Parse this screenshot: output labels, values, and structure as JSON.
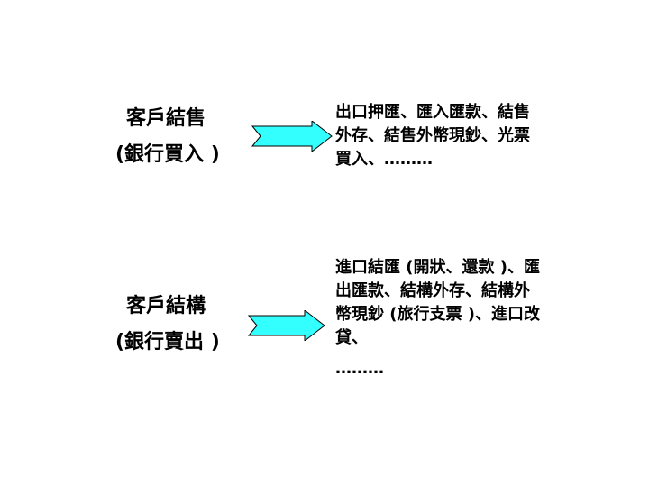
{
  "rows": [
    {
      "label_line1": "客戶結售",
      "label_line2": "(銀行買入 )",
      "desc_lines": [
        "出口押匯、匯入匯款、結售",
        "外存、結售外幣現鈔、光票",
        "買入、………"
      ],
      "arrow_color": "#33ffff"
    },
    {
      "label_line1": "客戶結構",
      "label_line2": "(銀行賣出 )",
      "desc_lines": [
        "進口結匯 (開狀、還款 )、匯",
        "出匯款、結構外存、結構外",
        "幣現鈔 (旅行支票 )、進口改",
        "貸、",
        "………"
      ],
      "arrow_color": "#33ffff"
    }
  ]
}
